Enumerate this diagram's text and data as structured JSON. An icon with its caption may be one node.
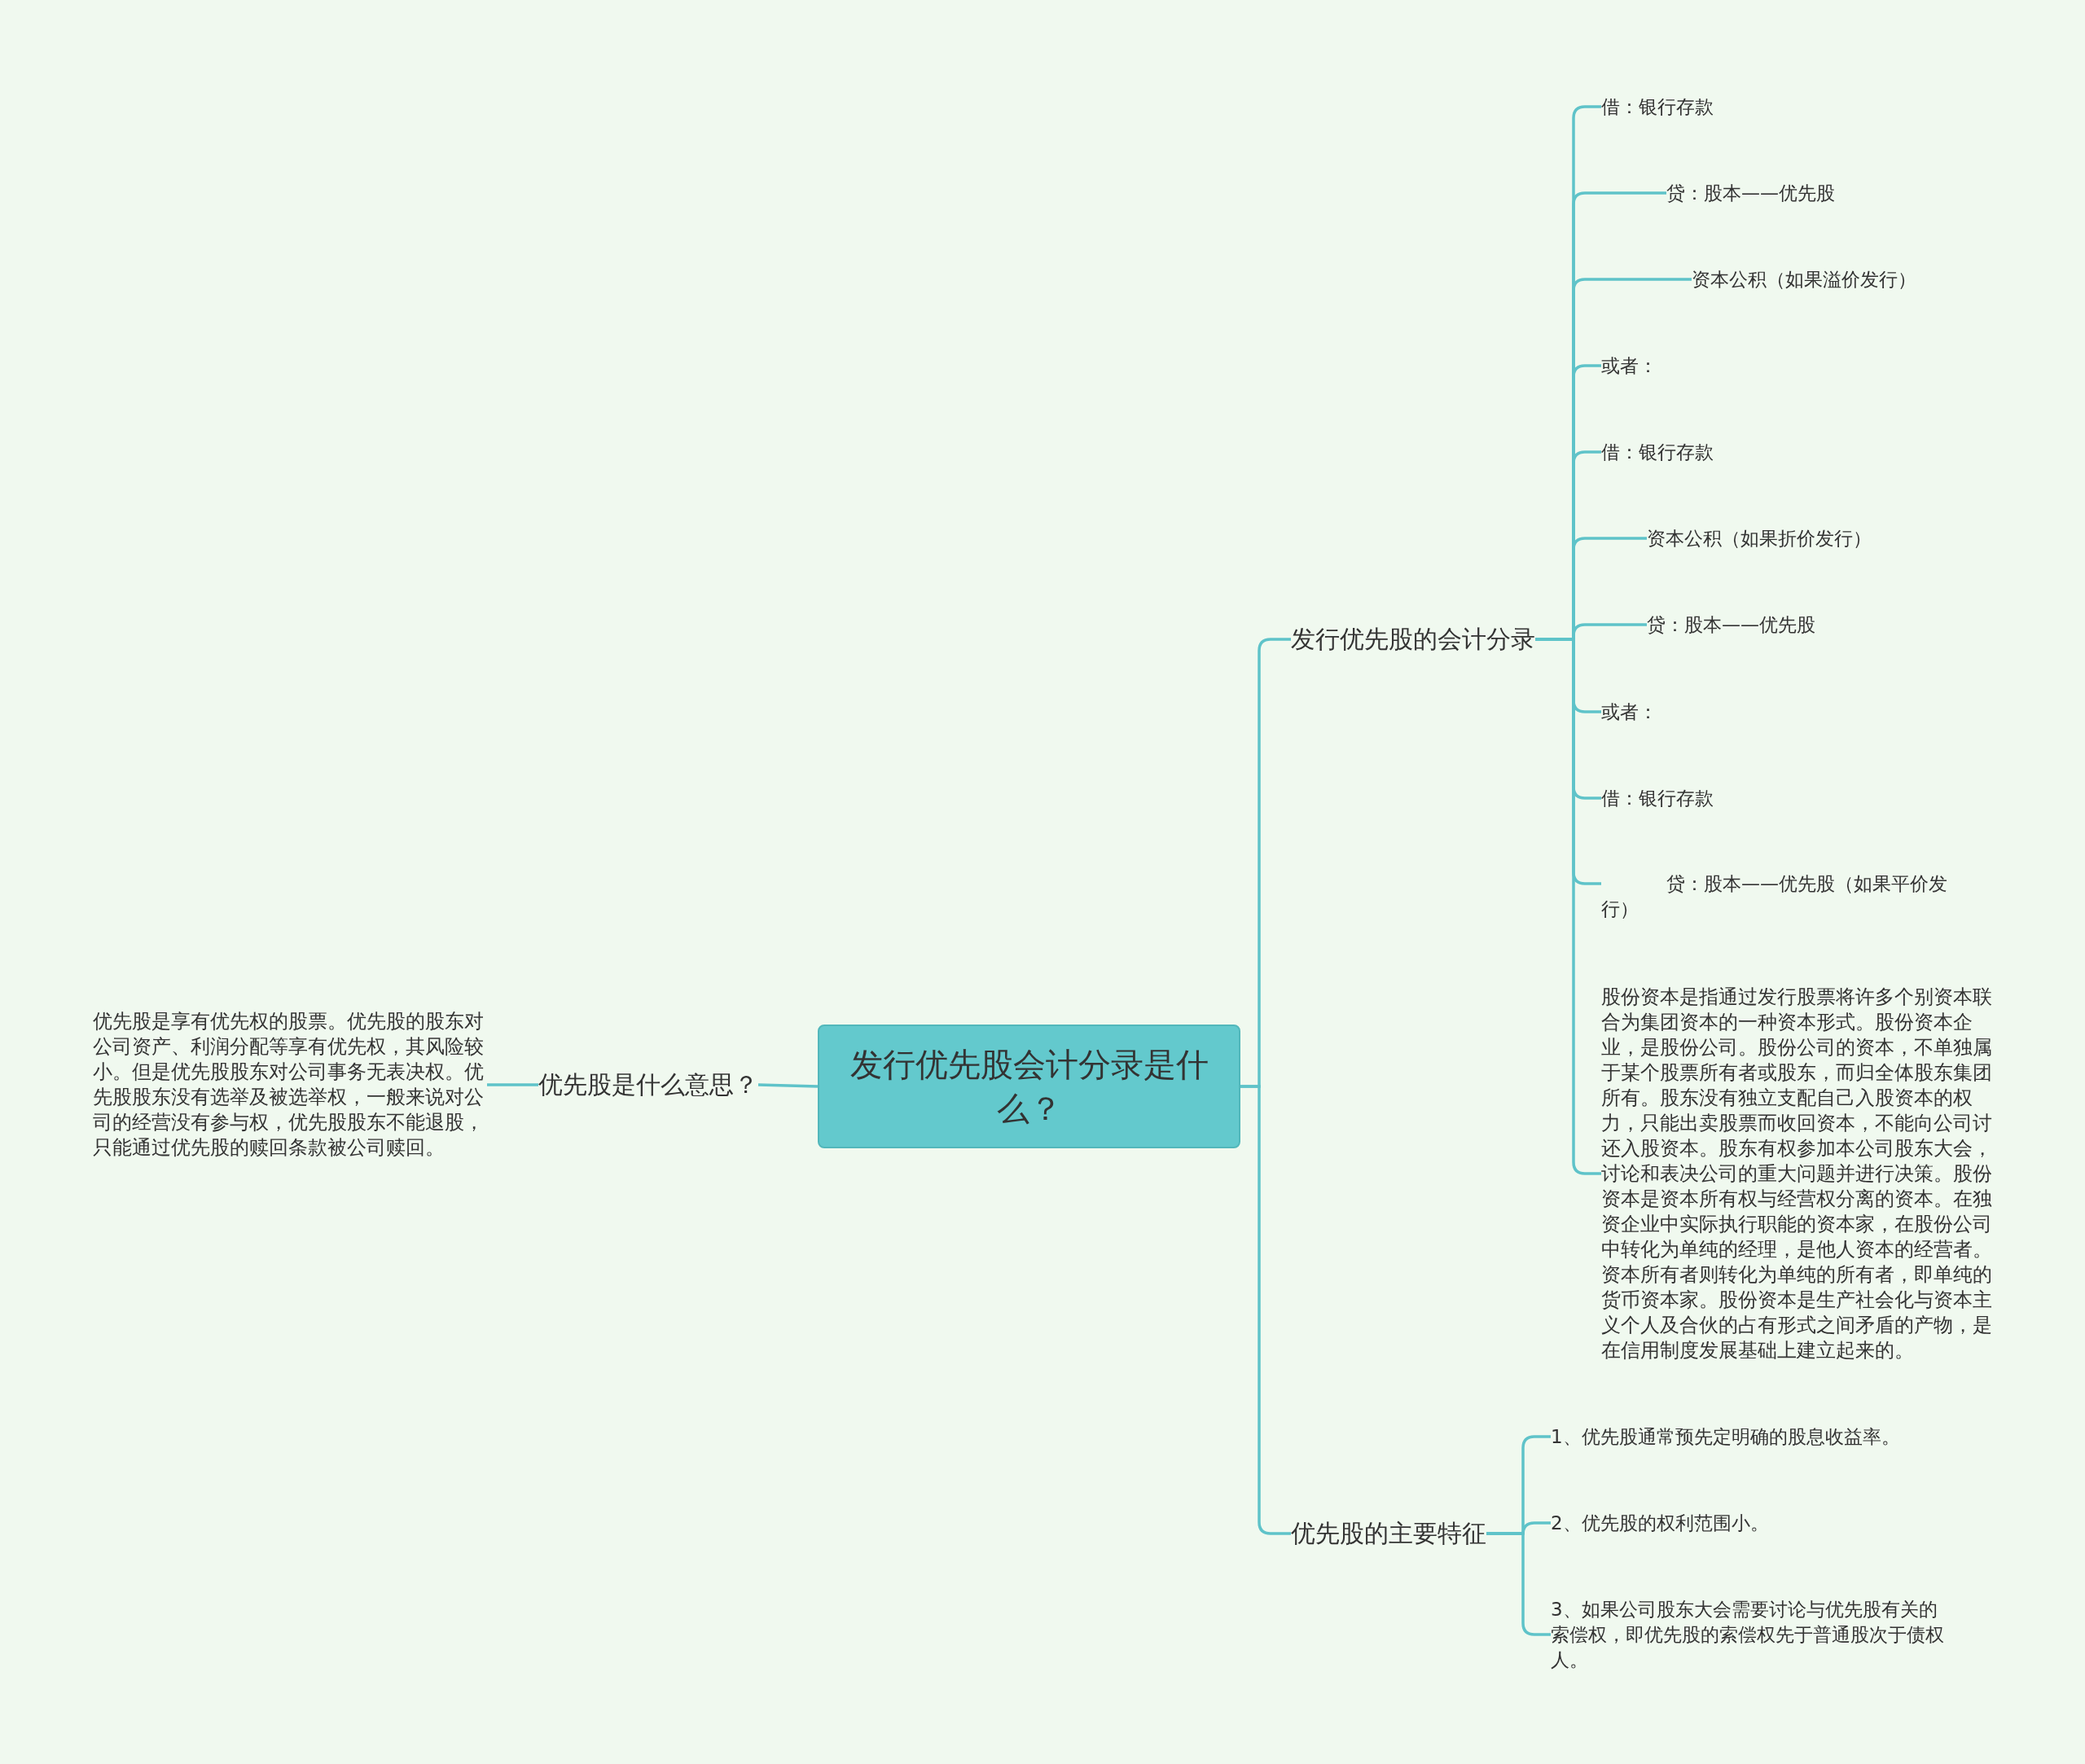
{
  "diagram": {
    "nodes": [
      {
        "text": [
          "发行优先股会计分录是什么？"
        ]
      },
      {
        "text": [
          "优先股是什么意思？"
        ]
      },
      {
        "text": [
          "优先股是享有优先权的股票。优先股的股东对公司资产、利润分配等享有优先权，其风险较小。但是优先股股东对公司事务无表决权。优先股股东没有选举及被选举权，一般来说对公司的经营没有参与权，优先股股东不能退股，只能通过优先股的赎回条款被公司赎回。"
        ]
      },
      {
        "text": [
          "发行优先股的会计分录"
        ]
      },
      {
        "text": [
          "借：银行存款"
        ]
      },
      {
        "text": [
          "贷：股本——优先股"
        ]
      },
      {
        "text": [
          "资本公积（如果溢价发行）"
        ]
      },
      {
        "text": [
          "或者："
        ]
      },
      {
        "text": [
          "借：银行存款"
        ]
      },
      {
        "text": [
          "资本公积（如果折价发行）"
        ]
      },
      {
        "text": [
          "贷：股本——优先股"
        ]
      },
      {
        "text": [
          "或者："
        ]
      },
      {
        "text": [
          "借：银行存款"
        ]
      },
      {
        "text": [
          "贷：股本——优先股（如果平价发行）"
        ]
      },
      {
        "text": [
          "股份资本是指通过发行股票将许多个别资本联合为集团资本的一种资本形式。股份资本企业，是股份公司。股份公司的资本，不单独属于某个股票所有者或股东，而归全体股东集团所有。股东没有独立支配自己入股资本的权力，只能出卖股票而收回资本，不能向公司讨还入股资本。股东有权参加本公司股东大会，讨论和表决公司的重大问题并进行决策。股份资本是资本所有权与经营权分离的资本。在独资企业中实际执行职能的资本家，在股份公司中转化为单纯的经理，是他人资本的经营者。资本所有者则转化为单纯的所有者，即单纯的货币资本家。股份资本是生产社会化与资本主义个人及合伙的占有形式之间矛盾的产物，是在信用制度发展基础上建立起来的。"
        ]
      },
      {
        "text": [
          "优先股的主要特征"
        ]
      },
      {
        "text": [
          "1、优先股通常预先定明确的股息收益率。"
        ]
      },
      {
        "text": [
          "2、优先股的权利范围小。"
        ]
      },
      {
        "text": [
          "3、如果公司股东大会需要讨论与优先股有关的索偿权，即优先股的索偿权先于普通股次于债权人。"
        ]
      }
    ],
    "edges": [
      {
        "from": 0,
        "to": 1,
        "arrow": "none"
      },
      {
        "from": 1,
        "to": 2,
        "arrow": "none"
      },
      {
        "from": 0,
        "to": 3,
        "arrow": "none"
      },
      {
        "from": 3,
        "to": 4,
        "arrow": "none"
      },
      {
        "from": 3,
        "to": 5,
        "arrow": "none"
      },
      {
        "from": 3,
        "to": 6,
        "arrow": "none"
      },
      {
        "from": 3,
        "to": 7,
        "arrow": "none"
      },
      {
        "from": 3,
        "to": 8,
        "arrow": "none"
      },
      {
        "from": 3,
        "to": 9,
        "arrow": "none"
      },
      {
        "from": 3,
        "to": 10,
        "arrow": "none"
      },
      {
        "from": 3,
        "to": 11,
        "arrow": "none"
      },
      {
        "from": 3,
        "to": 12,
        "arrow": "none"
      },
      {
        "from": 3,
        "to": 13,
        "arrow": "none"
      },
      {
        "from": 3,
        "to": 14,
        "arrow": "none"
      },
      {
        "from": 0,
        "to": 15,
        "arrow": "none"
      },
      {
        "from": 15,
        "to": 16,
        "arrow": "none"
      },
      {
        "from": 15,
        "to": 17,
        "arrow": "none"
      },
      {
        "from": 15,
        "to": 18,
        "arrow": "none"
      }
    ]
  }
}
